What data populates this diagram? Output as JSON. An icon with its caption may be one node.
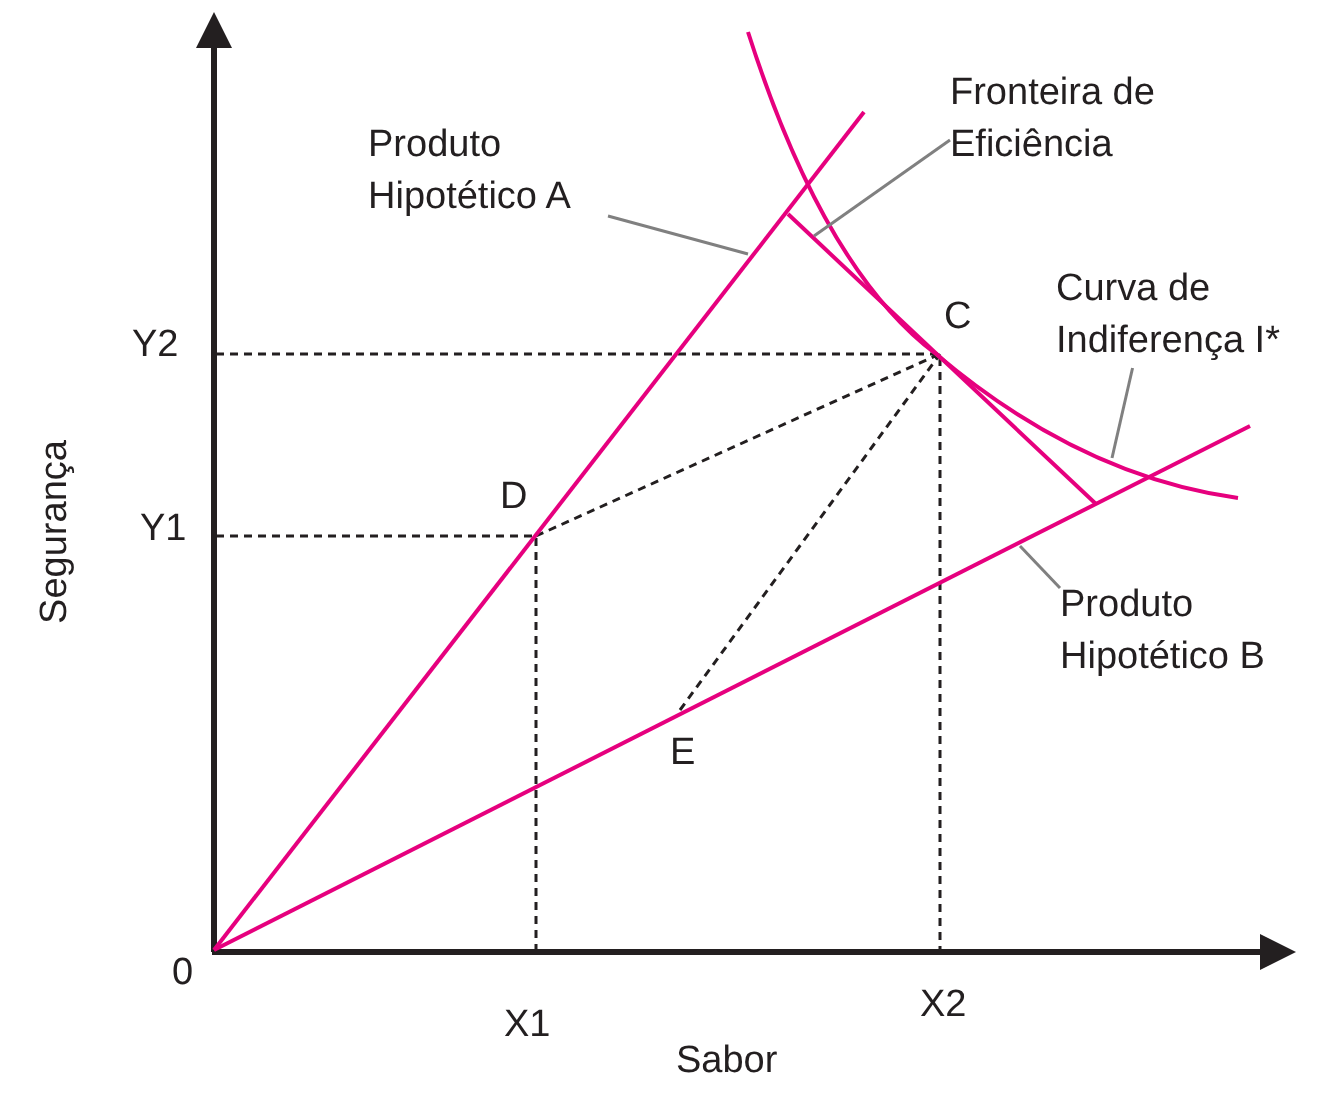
{
  "diagram": {
    "nodes": [
      {
        "text": [
          "Produto Hipotético A"
        ]
      },
      {
        "text": [
          "Fronteira de Eficiência"
        ]
      },
      {
        "text": [
          "Curva de Indiferença I*"
        ]
      },
      {
        "text": [
          "Produto Hipotético B"
        ]
      }
    ],
    "edges": [
      {
        "from": 0,
        "to": null,
        "arrow": "none"
      },
      {
        "from": 1,
        "to": null,
        "arrow": "none"
      },
      {
        "from": 2,
        "to": null,
        "arrow": "none"
      },
      {
        "from": 3,
        "to": null,
        "arrow": "none"
      }
    ],
    "labels": [
      "C",
      "Y2",
      "Y1",
      "D",
      "Segurança",
      "E",
      "0",
      "X1",
      "X2",
      "Sabor"
    ]
  }
}
